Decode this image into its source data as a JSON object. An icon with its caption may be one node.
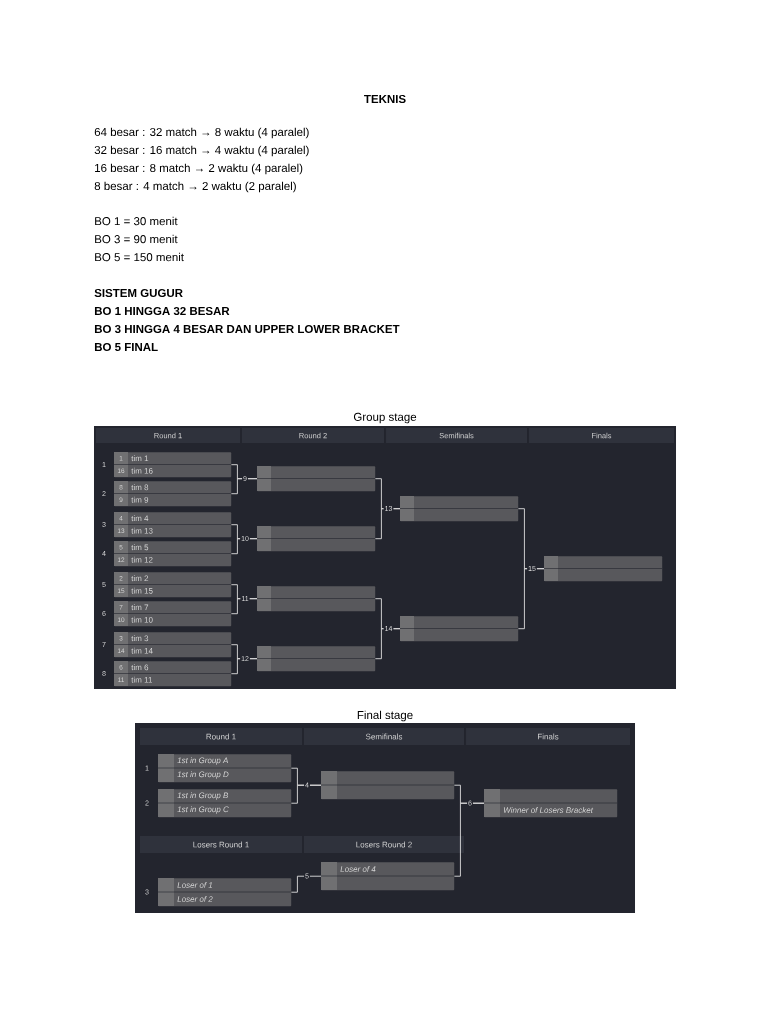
{
  "diagram": {
    "title": "TEKNIS",
    "nodes": [
      {
        "text": [
          "1",
          "tim 1",
          "16",
          "tim 16"
        ],
        "beside": [
          "1"
        ]
      },
      {
        "text": [
          "8",
          "tim 8",
          "9",
          "tim 9"
        ],
        "beside": [
          "2"
        ]
      },
      {
        "text": [
          "4",
          "tim 4",
          "13",
          "tim 13"
        ],
        "beside": [
          "3"
        ]
      },
      {
        "text": [
          "5",
          "tim 5",
          "12",
          "tim 12"
        ],
        "beside": [
          "4"
        ]
      },
      {
        "text": [
          "2",
          "tim 2",
          "15",
          "tim 15"
        ],
        "beside": [
          "5"
        ]
      },
      {
        "text": [
          "7",
          "tim 7",
          "10",
          "tim 10"
        ],
        "beside": [
          "6"
        ]
      },
      {
        "text": [
          "3",
          "tim 3",
          "14",
          "tim 14"
        ],
        "beside": [
          "7"
        ]
      },
      {
        "text": [
          "6",
          "tim 6",
          "11",
          "tim 11"
        ],
        "beside": [
          "8"
        ]
      },
      {
        "text": [],
        "shape": "box",
        "beside": [
          "9"
        ]
      },
      {
        "text": [],
        "shape": "box",
        "beside": [
          "10"
        ]
      },
      {
        "text": [],
        "shape": "box",
        "beside": [
          "11"
        ]
      },
      {
        "text": [],
        "shape": "box",
        "beside": [
          "12"
        ]
      },
      {
        "text": [],
        "shape": "box",
        "beside": [
          "13"
        ]
      },
      {
        "text": [],
        "shape": "box",
        "beside": [
          "14"
        ]
      },
      {
        "text": [],
        "shape": "box",
        "beside": [
          "15"
        ]
      },
      {
        "text": [
          "1st in Group A",
          "1st in Group D"
        ],
        "beside": [
          "1"
        ]
      },
      {
        "text": [
          "1st in Group B",
          "1st in Group C"
        ],
        "beside": [
          "2"
        ]
      },
      {
        "text": [],
        "shape": "box",
        "beside": [
          "4"
        ]
      },
      {
        "text": [
          "Winner of Losers Bracket"
        ],
        "beside": [
          "6"
        ]
      },
      {
        "text": [
          "Loser of 1",
          "Loser of 2"
        ],
        "beside": [
          "3"
        ]
      },
      {
        "text": [
          "Loser of 4"
        ],
        "beside": [
          "5"
        ]
      }
    ],
    "edges": [
      {
        "from": 0,
        "to": 8,
        "arrow": "none"
      },
      {
        "from": 1,
        "to": 8,
        "arrow": "none"
      },
      {
        "from": 2,
        "to": 9,
        "arrow": "none"
      },
      {
        "from": 3,
        "to": 9,
        "arrow": "none"
      },
      {
        "from": 4,
        "to": 10,
        "arrow": "none"
      },
      {
        "from": 5,
        "to": 10,
        "arrow": "none"
      },
      {
        "from": 6,
        "to": 11,
        "arrow": "none"
      },
      {
        "from": 7,
        "to": 11,
        "arrow": "none"
      },
      {
        "from": 8,
        "to": 12,
        "arrow": "none"
      },
      {
        "from": 9,
        "to": 12,
        "arrow": "none"
      },
      {
        "from": 10,
        "to": 13,
        "arrow": "none"
      },
      {
        "from": 11,
        "to": 13,
        "arrow": "none"
      },
      {
        "from": 12,
        "to": 14,
        "arrow": "none"
      },
      {
        "from": 13,
        "to": 14,
        "arrow": "none"
      },
      {
        "from": 15,
        "to": 17,
        "arrow": "none"
      },
      {
        "from": 16,
        "to": 17,
        "arrow": "none"
      },
      {
        "from": 17,
        "to": 18,
        "arrow": "none"
      },
      {
        "from": 19,
        "to": 20,
        "arrow": "none"
      },
      {
        "from": 20,
        "to": 18,
        "arrow": "none"
      }
    ],
    "labels": [
      "64 besar : 32 match → 8 waktu (4 paralel)",
      "32 besar : 16 match → 4 waktu (4 paralel)",
      "16 besar : 8 match → 2 waktu (4 paralel)",
      "8 besar : 4 match → 2 waktu (2 paralel)",
      "BO 1 = 30 menit",
      "BO 3 = 90 menit",
      "BO 5 = 150 menit",
      "SISTEM GUGUR",
      "BO 1 HINGGA 32 BESAR",
      "BO 3 HINGGA 4 BESAR DAN UPPER LOWER BRACKET",
      "BO 5 FINAL",
      "Group stage",
      "Round 1",
      "Round 2",
      "Semifinals",
      "Finals",
      "Final stage",
      "Round 1",
      "Semifinals",
      "Finals",
      "Losers Round 1",
      "Losers Round 2"
    ]
  }
}
